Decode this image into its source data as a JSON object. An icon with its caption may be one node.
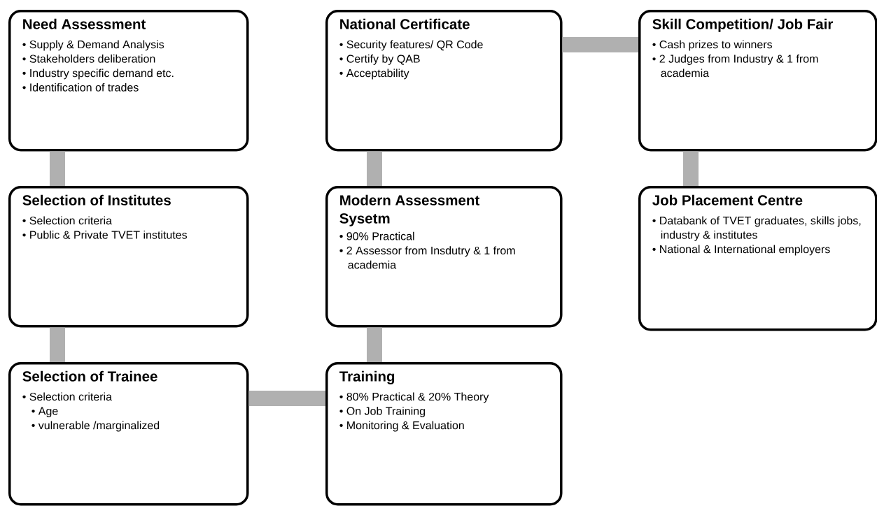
{
  "diagram": {
    "nodes": [
      {
        "text": [
          "Need Assessment",
          "• Supply & Demand Analysis",
          "• Stakeholders deliberation",
          "• Industry specific demand etc.",
          "• Identification of trades"
        ]
      },
      {
        "text": [
          "Selection of Institutes",
          "• Selection criteria",
          "• Public & Private TVET institutes"
        ]
      },
      {
        "text": [
          "Selection of Trainee",
          "• Selection criteria",
          "• Age",
          "• vulnerable /marginalized"
        ]
      },
      {
        "text": [
          "Training",
          "• 80% Practical & 20% Theory",
          "• On Job Training",
          "• Monitoring & Evaluation"
        ]
      },
      {
        "text": [
          "Modern Assessment Sysetm",
          "• 90% Practical",
          "• 2 Assessor from Insdutry & 1 from academia"
        ]
      },
      {
        "text": [
          "National Certificate",
          "• Security features/ QR Code",
          "• Certify by QAB",
          "• Acceptability"
        ]
      },
      {
        "text": [
          "Skill Competition/ Job Fair",
          "• Cash prizes to winners",
          "• 2 Judges from Industry & 1 from academia"
        ]
      },
      {
        "text": [
          "Job Placement Centre",
          "• Databank of TVET graduates, skills jobs, industry & institutes",
          "• National & International employers"
        ]
      }
    ],
    "edges": [
      {
        "from": 0,
        "to": 1,
        "arrow": "none"
      },
      {
        "from": 1,
        "to": 2,
        "arrow": "none"
      },
      {
        "from": 2,
        "to": 3,
        "arrow": "none"
      },
      {
        "from": 3,
        "to": 4,
        "arrow": "none"
      },
      {
        "from": 4,
        "to": 5,
        "arrow": "none"
      },
      {
        "from": 5,
        "to": 6,
        "arrow": "none"
      },
      {
        "from": 6,
        "to": 7,
        "arrow": "none"
      }
    ]
  }
}
